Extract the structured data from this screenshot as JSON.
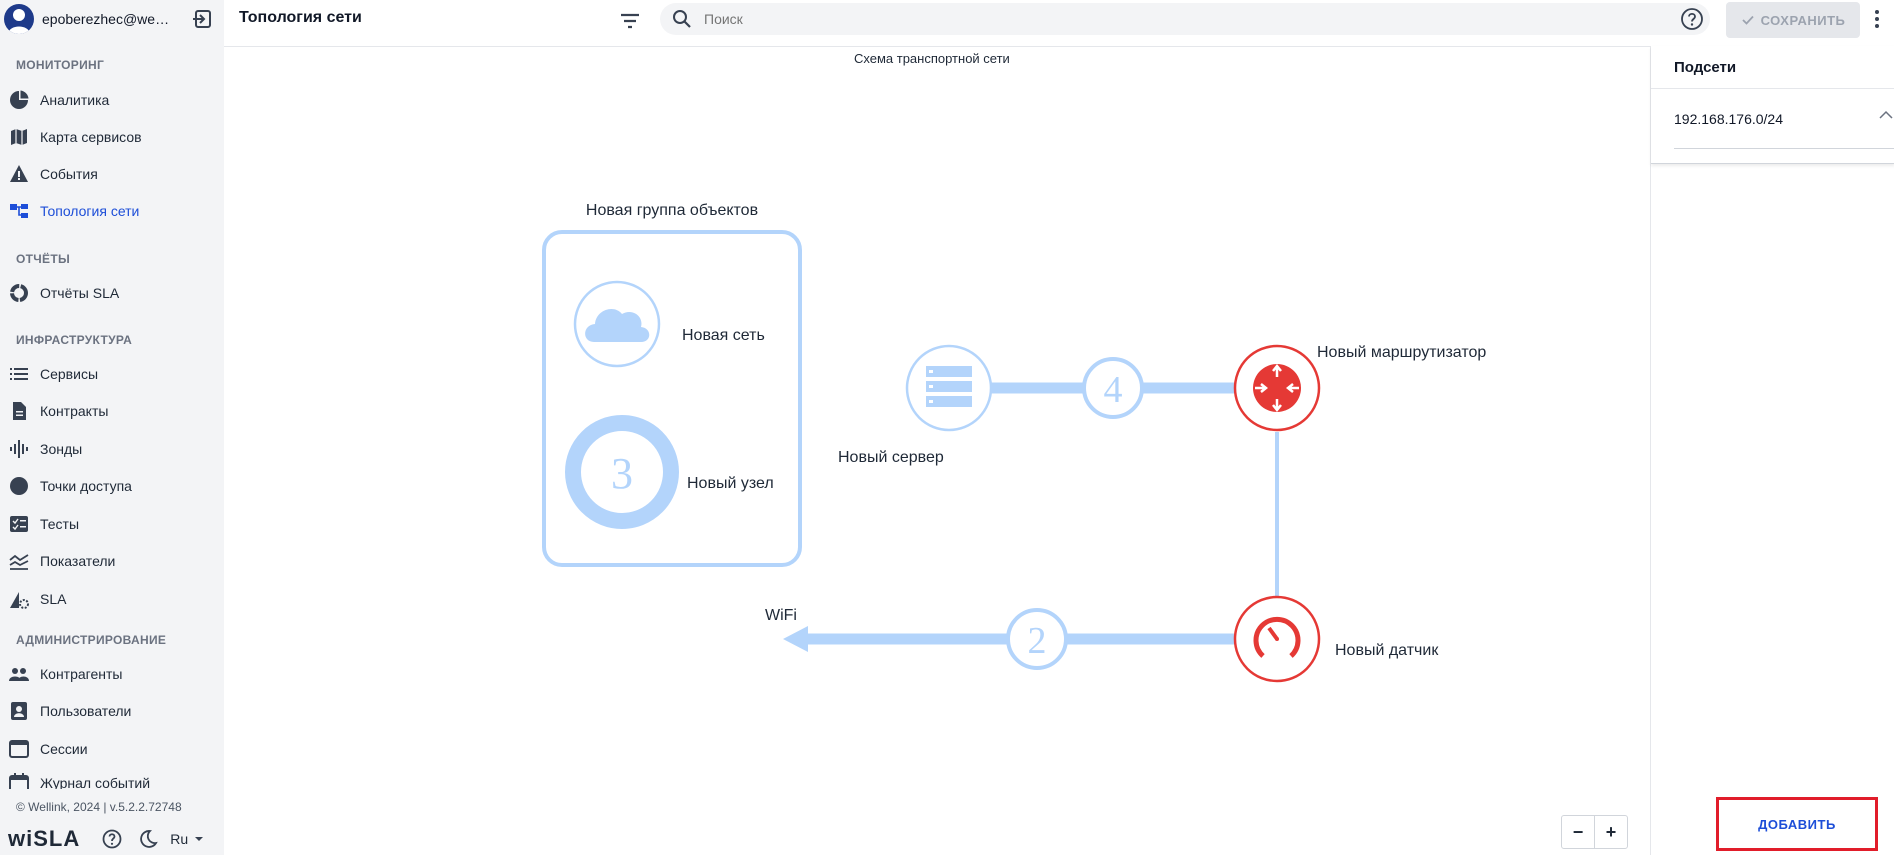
{
  "user": {
    "name": "epoberezhec@wellink.ru"
  },
  "sidebar": {
    "sections": [
      {
        "title": "МОНИТОРИНГ"
      },
      {
        "title": "ОТЧЁТЫ"
      },
      {
        "title": "ИНФРАСТРУКТУРА"
      },
      {
        "title": "АДМИНИСТРИРОВАНИЕ"
      }
    ],
    "items": [
      {
        "label": "Аналитика",
        "icon": "pie-chart-icon"
      },
      {
        "label": "Карта сервисов",
        "icon": "map-icon"
      },
      {
        "label": "События",
        "icon": "warning-icon"
      },
      {
        "label": "Топология сети",
        "icon": "topology-icon",
        "active": true
      },
      {
        "label": "Отчёты SLA",
        "icon": "donut-icon"
      },
      {
        "label": "Сервисы",
        "icon": "list-icon"
      },
      {
        "label": "Контракты",
        "icon": "document-icon"
      },
      {
        "label": "Зонды",
        "icon": "probe-icon"
      },
      {
        "label": "Точки доступа",
        "icon": "circle-icon"
      },
      {
        "label": "Тесты",
        "icon": "checklist-icon"
      },
      {
        "label": "Показатели",
        "icon": "metrics-icon"
      },
      {
        "label": "SLA",
        "icon": "sla-icon"
      },
      {
        "label": "Контрагенты",
        "icon": "people-icon"
      },
      {
        "label": "Пользователи",
        "icon": "user-badge-icon"
      },
      {
        "label": "Сессии",
        "icon": "window-icon"
      },
      {
        "label": "Журнал событий",
        "icon": "calendar-icon"
      }
    ],
    "copyright": "© Wellink, 2024 | v.5.2.2.72748",
    "logo": "wiSLA",
    "language": "Ru"
  },
  "topbar": {
    "title": "Топология сети",
    "search_placeholder": "Поиск",
    "save_label": "СОХРАНИТЬ"
  },
  "canvas": {
    "title": "Схема транспортной сети",
    "group_label": "Новая группа объектов",
    "nodes": {
      "network": "Новая сеть",
      "node": "Новый узел",
      "server": "Новый сервер",
      "router": "Новый маршрутизатор",
      "sensor": "Новый датчик",
      "wifi": "WiFi"
    },
    "badges": {
      "node_count": "3",
      "link_top": "4",
      "link_bottom": "2"
    },
    "colors": {
      "blue": "#b3d4fb",
      "red": "#e53935"
    },
    "zoom_out": "−",
    "zoom_in": "+"
  },
  "right_panel": {
    "title": "Подсети",
    "subnet": "192.168.176.0/24",
    "add_label": "ДОБАВИТЬ"
  }
}
